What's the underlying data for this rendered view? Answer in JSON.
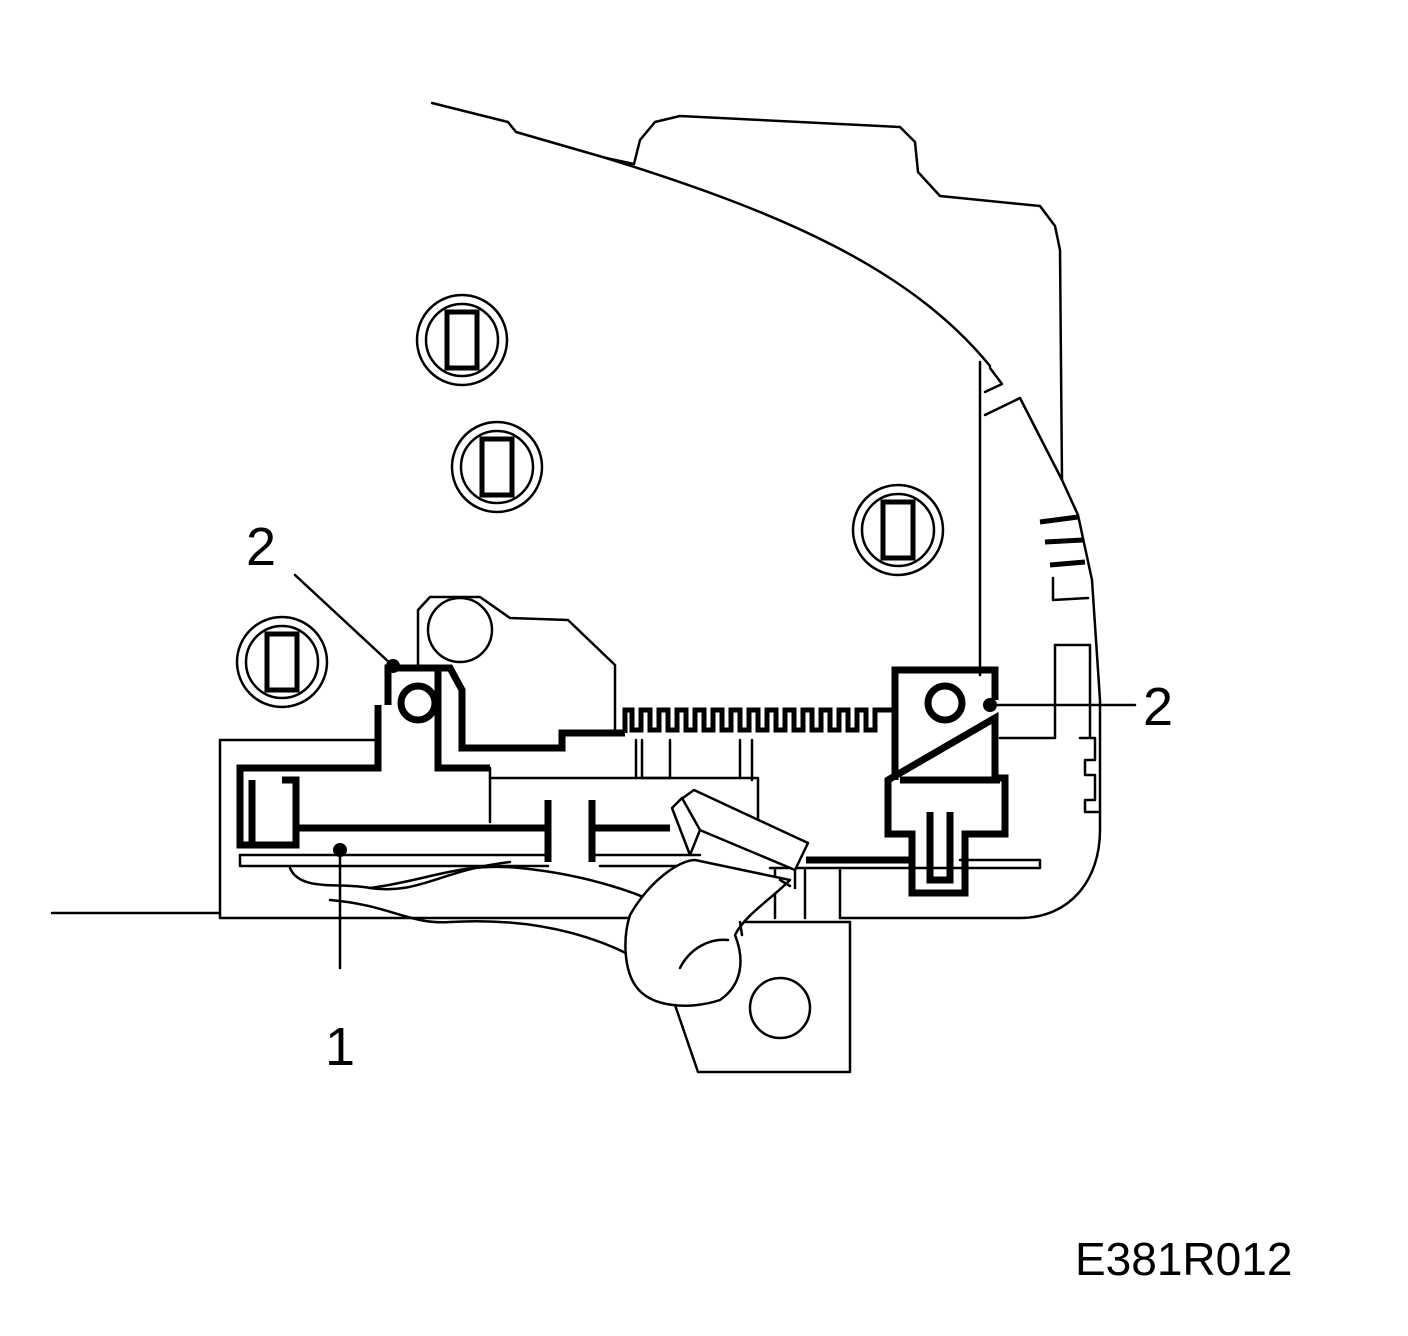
{
  "callouts": [
    {
      "id": "callout-1",
      "text": "1"
    },
    {
      "id": "callout-2-left",
      "text": "2"
    },
    {
      "id": "callout-2-right",
      "text": "2"
    }
  ],
  "figure_code": "E381R012"
}
